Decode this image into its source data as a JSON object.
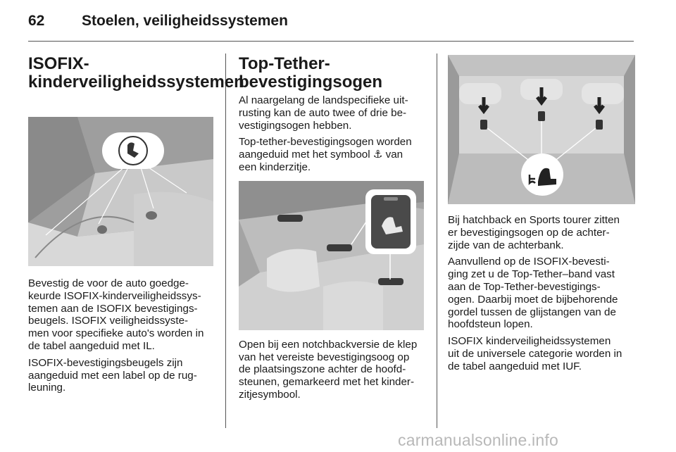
{
  "header": {
    "page_number": "62",
    "title": "Stoelen, veiligheidssystemen"
  },
  "col1": {
    "heading": "ISOFIX-\nkinderveiligheidssystemen",
    "paragraphs": [
      "Bevestig de voor de auto goedge-\nkeurde ISOFIX-kinderveiligheidssys-\ntemen aan de ISOFIX bevestigings-\nbeugels. ISOFIX veiligheidssyste-\nmen voor specifieke auto's worden in\nde tabel aangeduid met IL.",
      "ISOFIX-bevestigingsbeugels zijn\naangeduid met een label op de rug-\nleuning."
    ]
  },
  "col2": {
    "heading": "Top-Tether-\nbevestigingsogen",
    "paragraphs": [
      "Al naargelang de landspecifieke uit-\nrusting kan de auto twee of drie be-\nvestigingsogen hebben.",
      "Top-tether-bevestigingsogen worden\naangeduid met het symbool ⚓ van\neen kinderzitje."
    ],
    "caption": "Open bij een notchbackversie de klep\nvan het vereiste bevestigingsoog op\nde plaatsingszone achter de hoofd-\nsteunen, gemarkeerd met het kinder-\nzitjesymbool."
  },
  "col3": {
    "paragraphs": [
      "Bij hatchback en Sports tourer zitten\ner bevestigingsogen op de achter-\nzijde van de achterbank.",
      "Aanvullend op de ISOFIX-bevesti-\nging zet u de Top-Tether–band vast\naan de Top-Tether-bevestigings-\nogen. Daarbij moet de bijbehorende\ngordel tussen de glijstangen van de\nhoofdsteun lopen.",
      "ISOFIX kinderveiligheidssystemen\nuit de universele categorie worden in\nde tabel aangeduid met IUF."
    ]
  },
  "watermark": "carmanualsonline.info"
}
